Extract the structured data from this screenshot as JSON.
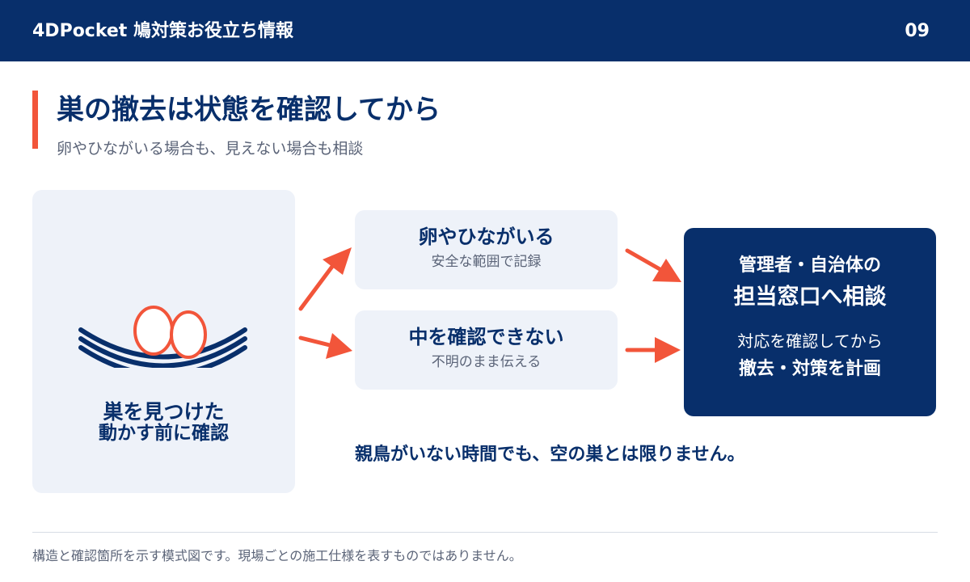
{
  "header": {
    "brand": "4DPocket 鳩対策お役立ち情報",
    "page_number": "09"
  },
  "heading": {
    "title": "巣の撤去は状態を確認してから",
    "subtitle": "卵やひながいる場合も、見えない場合も相談"
  },
  "start_card": {
    "title": "巣を見つけた",
    "caption": "動かす前に確認"
  },
  "branches": [
    {
      "title": "卵やひながいる",
      "sub": "安全な範囲で記録"
    },
    {
      "title": "中を確認できない",
      "sub": "不明のまま伝える"
    }
  ],
  "result_card": {
    "line1": "管理者・自治体の",
    "line2": "担当窓口へ相談",
    "line3": "対応を確認してから",
    "line4": "撤去・対策を計画"
  },
  "note": "親鳥がいない時間でも、空の巣とは限りません。",
  "footer": "構造と確認箇所を示す模式図です。現場ごとの施工仕様を表すものではありません。",
  "colors": {
    "navy": "#082f6b",
    "accent": "#f2553a",
    "card_bg": "#eef2f9",
    "muted_text": "#5b6478"
  },
  "icons": {
    "nest": "nest-with-eggs-icon",
    "arrow": "arrow-icon"
  }
}
